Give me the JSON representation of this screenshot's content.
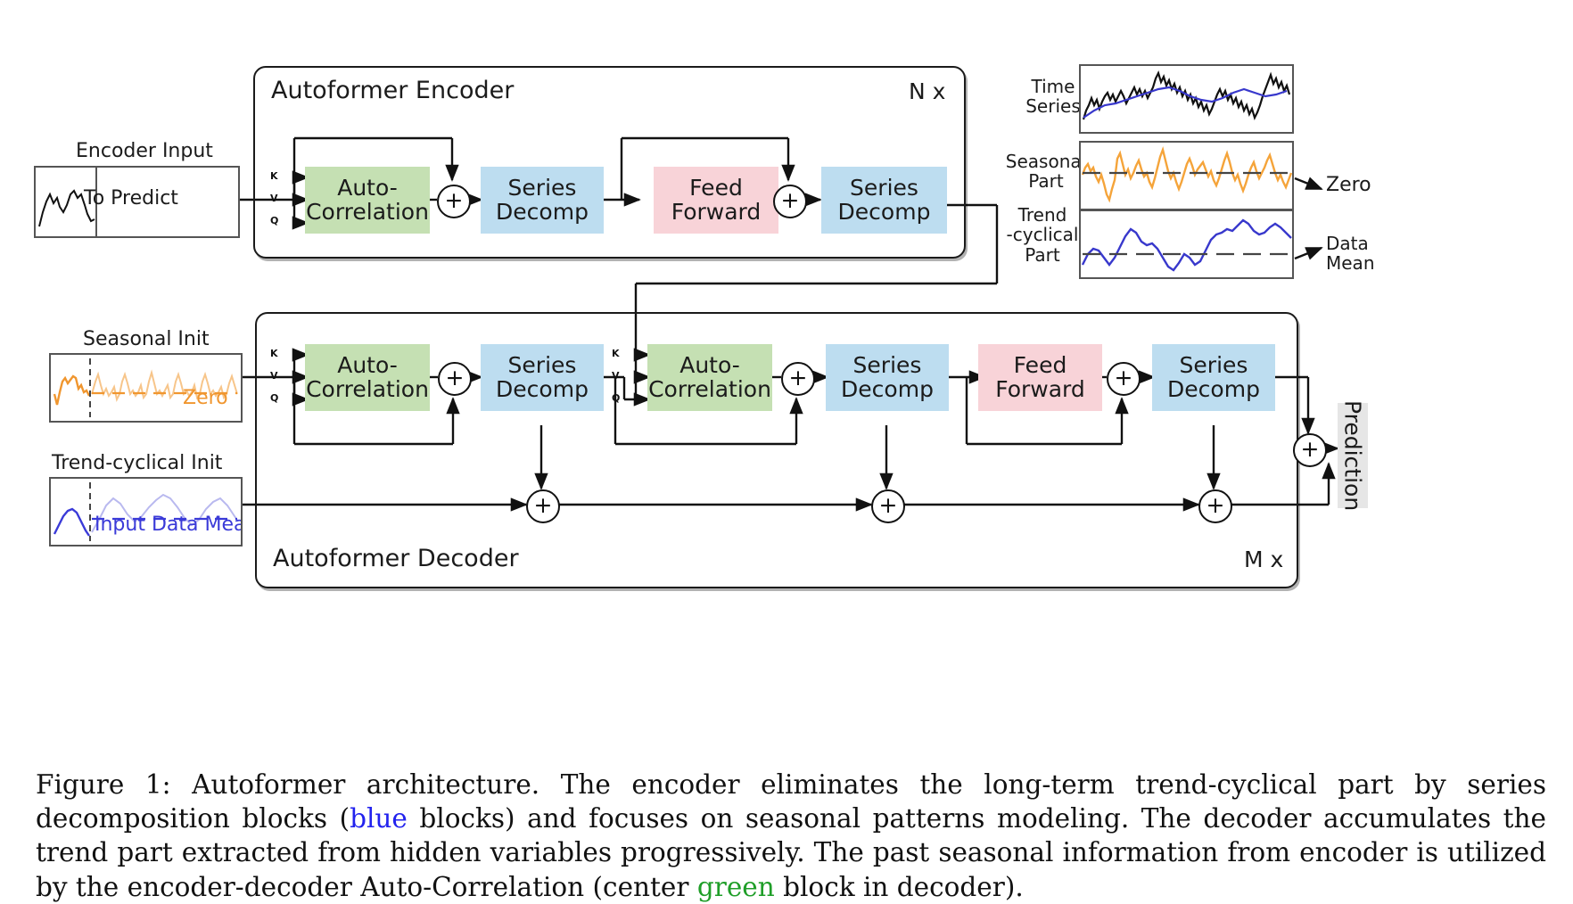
{
  "figure": {
    "caption_prefix": "Figure 1: ",
    "caption_part1": "Autoformer architecture. The encoder eliminates the long-term trend-cyclical part by series decomposition blocks (",
    "caption_blue_word": "blue",
    "caption_part2": " blocks) and focuses on seasonal patterns modeling. The decoder accumulates the trend part extracted from hidden variables progressively. The past seasonal information from encoder is utilized by the encoder-decoder Auto-Correlation (center ",
    "caption_green_word": "green",
    "caption_part3": " block in decoder)."
  },
  "encoder": {
    "title": "Autoformer Encoder",
    "repeat": "N x",
    "blocks": [
      {
        "line1": "Auto-",
        "line2": "Correlation",
        "color": "#c5e0b3",
        "kind": "auto-correlation"
      },
      {
        "line1": "Series",
        "line2": "Decomp",
        "color": "#bdddf0",
        "kind": "series-decomp"
      },
      {
        "line1": "Feed",
        "line2": "Forward",
        "color": "#f8d3d8",
        "kind": "feed-forward"
      },
      {
        "line1": "Series",
        "line2": "Decomp",
        "color": "#bdddf0",
        "kind": "series-decomp"
      }
    ],
    "kvq": [
      "K",
      "V",
      "Q"
    ]
  },
  "decoder": {
    "title": "Autoformer Decoder",
    "repeat": "M x",
    "blocks": [
      {
        "line1": "Auto-",
        "line2": "Correlation",
        "color": "#c5e0b3",
        "kind": "auto-correlation"
      },
      {
        "line1": "Series",
        "line2": "Decomp",
        "color": "#bdddf0",
        "kind": "series-decomp"
      },
      {
        "line1": "Auto-",
        "line2": "Correlation",
        "color": "#c5e0b3",
        "kind": "auto-correlation-cross"
      },
      {
        "line1": "Series",
        "line2": "Decomp",
        "color": "#bdddf0",
        "kind": "series-decomp"
      },
      {
        "line1": "Feed",
        "line2": "Forward",
        "color": "#f8d3d8",
        "kind": "feed-forward"
      },
      {
        "line1": "Series",
        "line2": "Decomp",
        "color": "#bdddf0",
        "kind": "series-decomp"
      }
    ],
    "kvq": [
      "K",
      "V",
      "Q"
    ]
  },
  "inputs": {
    "encoder_input_label": "Encoder Input",
    "encoder_input_text": "To Predict",
    "seasonal_init_label": "Seasonal Init",
    "seasonal_init_inline": "Zero",
    "trend_init_label": "Trend-cyclical Init",
    "trend_init_inline": "Input Data Mean"
  },
  "output": {
    "prediction_label": "Prediction"
  },
  "decomposition_panels": [
    {
      "label_line1": "Time",
      "label_line2": "Series",
      "annotation": "",
      "series_color": "#111111",
      "trend_color": "#3838cc"
    },
    {
      "label_line1": "Seasonal",
      "label_line2": "Part",
      "annotation": "Zero",
      "series_color": "#f5a43a",
      "trend_color": "#555555"
    },
    {
      "label_line1": "Trend",
      "label_line2": "-cyclical",
      "label_line3": "Part",
      "annotation_line1": "Data",
      "annotation_line2": "Mean",
      "series_color": "#3838cc",
      "trend_color": "#555555"
    }
  ],
  "colors": {
    "auto_correlation": "#c5e0b3",
    "series_decomp": "#bdddf0",
    "feed_forward": "#f8d3d8",
    "seasonal": "#f5a43a",
    "trend": "#3838cc",
    "outline": "#1a1a1a"
  }
}
